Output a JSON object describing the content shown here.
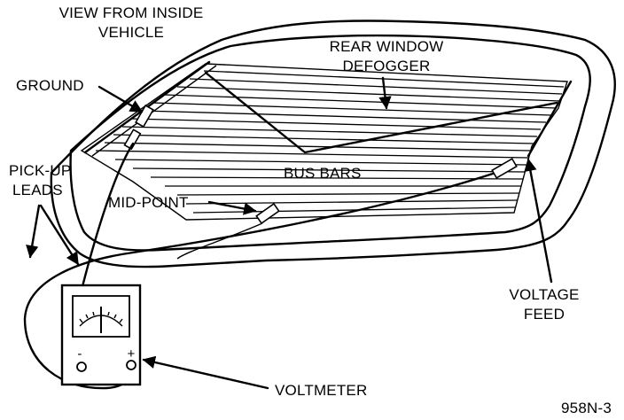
{
  "labels": {
    "view_line1": "VIEW FROM INSIDE",
    "view_line2": "VEHICLE",
    "rear_window_line1": "REAR WINDOW",
    "rear_window_line2": "DEFOGGER",
    "ground": "GROUND",
    "pickup_line1": "PICK-UP",
    "pickup_line2": "LEADS",
    "bus_bars": "BUS BARS",
    "mid_point": "MID-POINT",
    "voltage_line1": "VOLTAGE",
    "voltage_line2": "FEED",
    "voltmeter": "VOLTMETER",
    "figure_id": "958N-3"
  },
  "meter": {
    "minus_sign": "-",
    "plus_sign": "+"
  }
}
